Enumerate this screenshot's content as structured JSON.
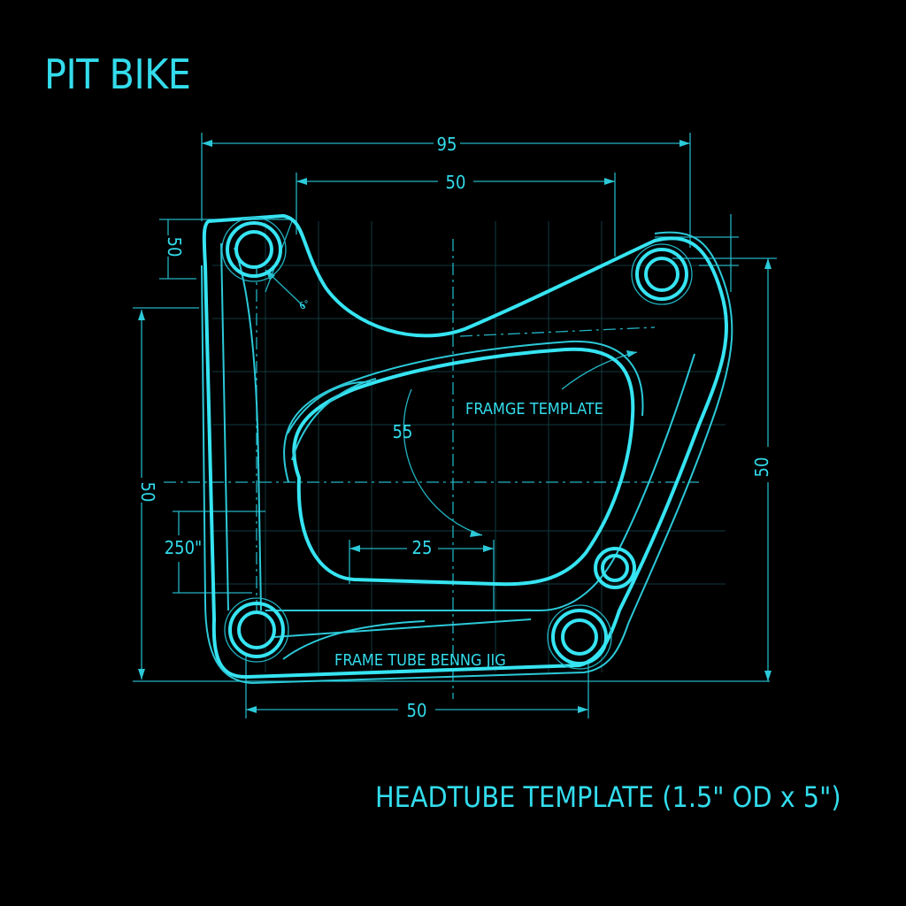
{
  "title": "PIT BIKE",
  "caption": "HEADTUBE TEMPLATE (1.5\" OD x 5\")",
  "labels": {
    "frame_template": "FRAMGE TEMPLATE",
    "bending_jig": "FRAME TUBE BENNG JIG"
  },
  "dimensions": {
    "overall_width": "95",
    "upper_width": "50",
    "left_top_height": "50",
    "left_height": "50",
    "right_height": "50",
    "lower_left_offset": "250\"",
    "inner_radius": "55",
    "inner_width": "25",
    "bottom_width": "50",
    "angle_mark": "6°"
  },
  "colors": {
    "background": "#000000",
    "line": "#36e4f2",
    "text": "#33dcec"
  }
}
